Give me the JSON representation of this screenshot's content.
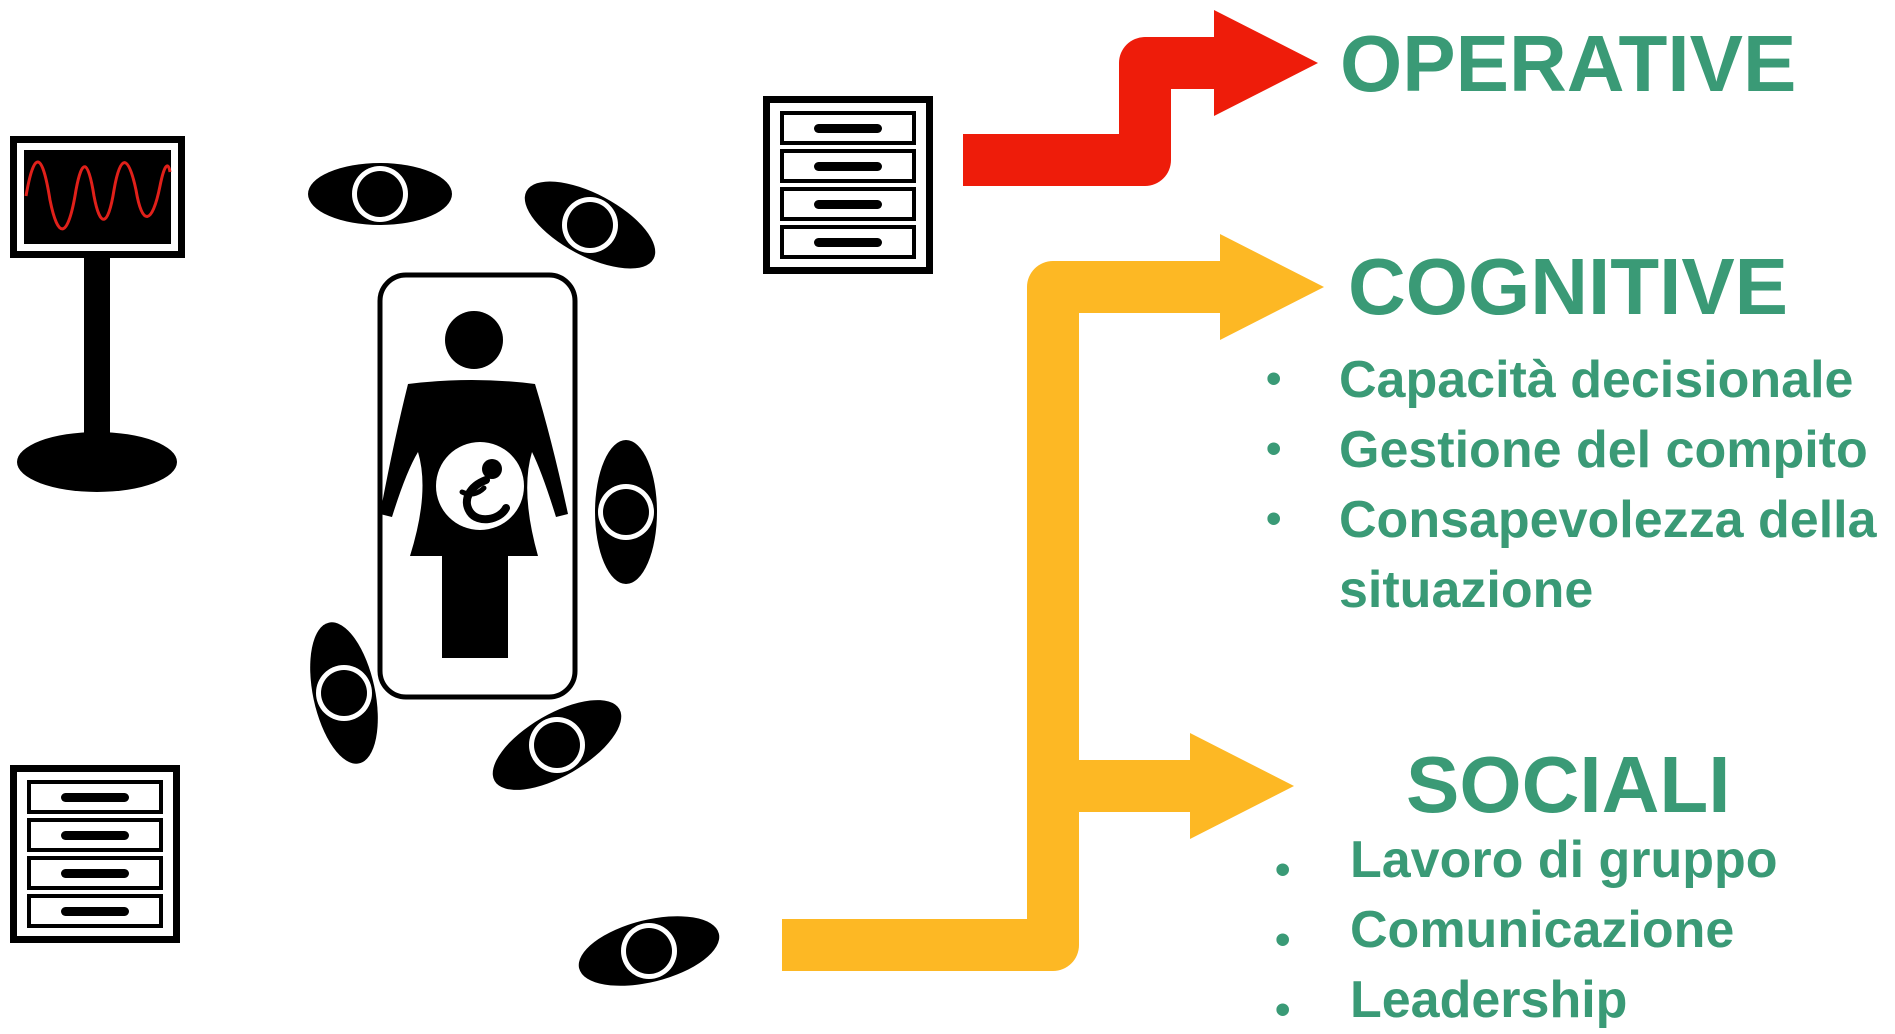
{
  "colors": {
    "accent_green": "#3a9a76",
    "operative_arrow": "#ee1c0a",
    "cognitive_sociali_arrow": "#fdb824",
    "monitor_wave": "#e0201a",
    "ink": "#000000"
  },
  "icons": {
    "monitor": "patient-monitor-icon",
    "cabinet": "drawer-cabinet-icon",
    "patient": "pregnant-patient-icon",
    "staff": "staff-member-icon"
  },
  "categories": {
    "operative": {
      "title": "OPERATIVE"
    },
    "cognitive": {
      "title": "COGNITIVE",
      "items": [
        "Capacità decisionale",
        "Gestione del compito",
        "Consapevolezza della",
        "situazione"
      ]
    },
    "sociali": {
      "title": "SOCIALI",
      "items": [
        "Lavoro di gruppo",
        "Comunicazione",
        "Leadership"
      ]
    }
  }
}
